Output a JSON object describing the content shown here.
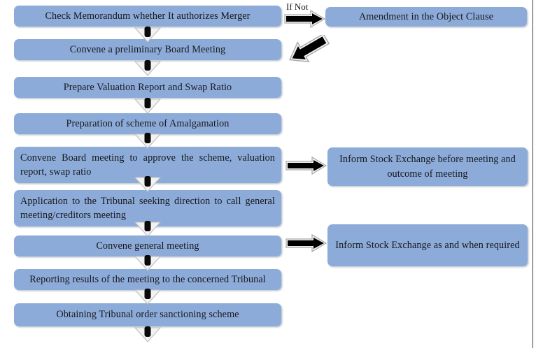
{
  "diagram": {
    "title": "Merger / Amalgamation procedure flowchart",
    "colors": {
      "box_fill": "#8DABD9",
      "text": "#17181c",
      "arrow_black": "#000000",
      "arrow_outline_fill": "#F2F2F2",
      "arrow_outline_stroke": "#A6A6A6",
      "page_rule": "#3A3A3A"
    },
    "main_flow": [
      {
        "id": "step-1",
        "label": "Check Memorandum whether It authorizes Merger",
        "align": "center"
      },
      {
        "id": "step-2",
        "label": "Convene a preliminary Board Meeting",
        "align": "center"
      },
      {
        "id": "step-3",
        "label": "Prepare Valuation Report and Swap Ratio",
        "align": "center"
      },
      {
        "id": "step-4",
        "label": "Preparation of scheme of Amalgamation",
        "align": "center"
      },
      {
        "id": "step-5",
        "label": "Convene Board meeting to approve the scheme, valuation report, swap ratio",
        "align": "justify"
      },
      {
        "id": "step-6",
        "label": "Application to the Tribunal seeking direction to call general meeting/creditors meeting",
        "align": "justify"
      },
      {
        "id": "step-7",
        "label": "Convene general meeting",
        "align": "center"
      },
      {
        "id": "step-8",
        "label": "Reporting results of the meeting to the concerned Tribunal",
        "align": "center"
      },
      {
        "id": "step-9",
        "label": "Obtaining Tribunal order sanctioning scheme",
        "align": "center"
      }
    ],
    "side_boxes": [
      {
        "id": "side-1",
        "label": "Amendment in the Object Clause",
        "align": "center"
      },
      {
        "id": "side-2",
        "label": "Inform Stock Exchange before meeting and outcome of meeting",
        "align": "center"
      },
      {
        "id": "side-3",
        "label": "Inform Stock Exchange as and when required",
        "align": "center"
      }
    ],
    "captions": [
      {
        "id": "if-not",
        "label": "If Not"
      }
    ],
    "connectors": {
      "down_arrow_count": 9,
      "right_arrow_count": 3,
      "return_arrow_count": 1
    }
  }
}
